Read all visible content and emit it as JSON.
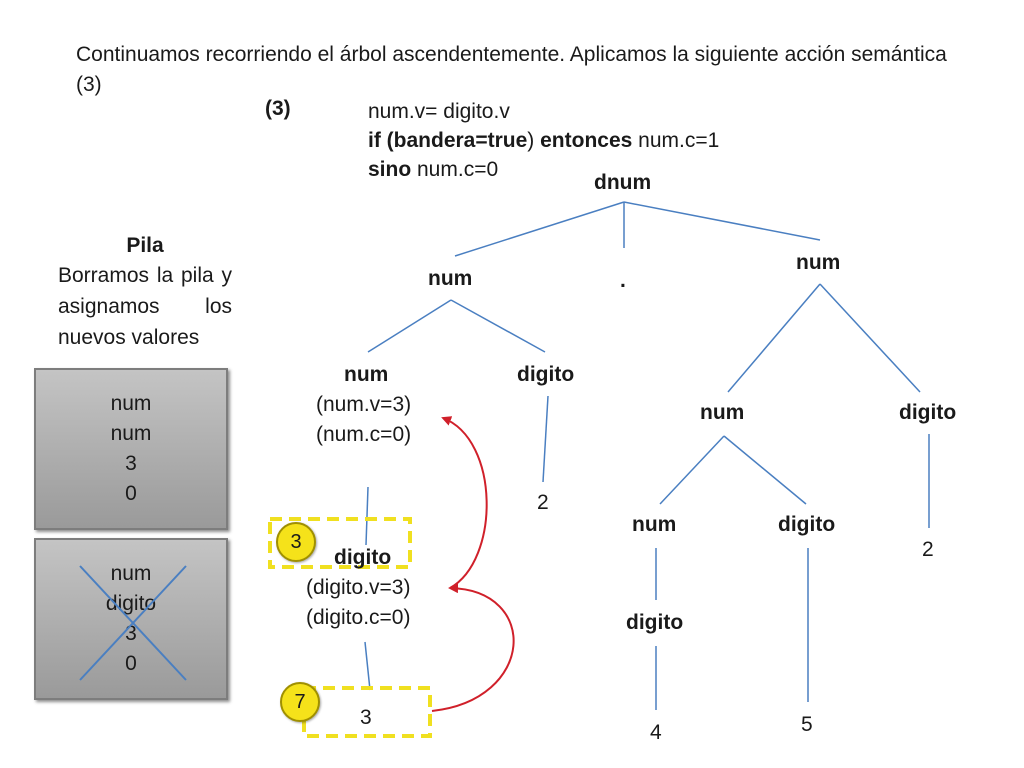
{
  "intro": {
    "text": "Continuamos recorriendo el árbol ascendentemente. Aplicamos la siguiente acción semántica (3)"
  },
  "rule": {
    "number": "(3)",
    "line1": "num.v= digito.v",
    "line2_bold1": "if (bandera=true",
    "line2_plain1": ") ",
    "line2_bold2": "entonces",
    "line2_plain2": " num.c=1",
    "line3_bold": "sino",
    "line3_plain": " num.c=0"
  },
  "pila": {
    "title": "Pila",
    "description": "Borramos la pila y asignamos los nuevos valores",
    "box1": [
      "num",
      "num",
      "3",
      "0"
    ],
    "box2": [
      "num",
      "digito",
      "3",
      "0"
    ]
  },
  "tree": {
    "root": "dnum",
    "dot": ".",
    "left_num": "num",
    "left_inner_num": "num",
    "left_inner_num_v": "(num.v=3)",
    "left_inner_num_c": "(num.c=0)",
    "left_digito": "digito",
    "left_digito_val": "2",
    "leaf_digito": "digito",
    "leaf_digito_v": "(digito.v=3)",
    "leaf_digito_c": "(digito.c=0)",
    "leaf_val": "3",
    "right_num": "num",
    "right_inner_num": "num",
    "right_digito": "digito",
    "right_digito_val": "2",
    "rr_num": "num",
    "rr_digito": "digito",
    "rr_num_digito": "digito",
    "rr_val_4": "4",
    "rr_val_5": "5"
  },
  "badges": {
    "badge_a": "3",
    "badge_b": "7"
  },
  "colors": {
    "tree_line": "#4a7fc1",
    "arrow": "#d0202a",
    "dashed_box": "#f0e020",
    "cross": "#4a7fc1",
    "badge_fill": "#f5e21a"
  }
}
